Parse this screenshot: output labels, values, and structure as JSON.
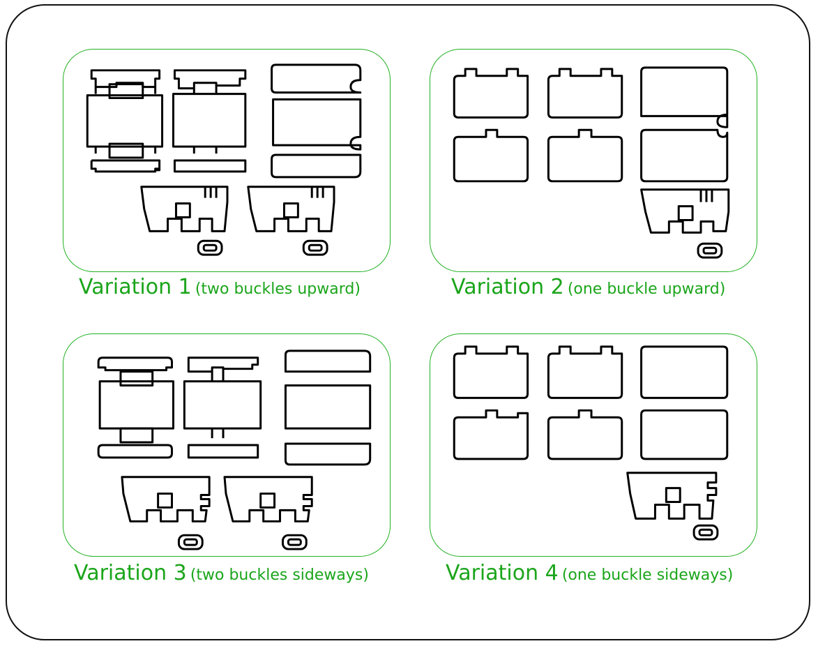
{
  "colors": {
    "accent": "#22b022",
    "stroke": "#000000"
  },
  "variations": [
    {
      "title": "Variation 1",
      "note": "(two buckles upward)"
    },
    {
      "title": "Variation 2",
      "note": "(one buckle upward)"
    },
    {
      "title": "Variation 3",
      "note": "(two buckles sideways)"
    },
    {
      "title": "Variation 4",
      "note": "(one buckle sideways)"
    }
  ]
}
